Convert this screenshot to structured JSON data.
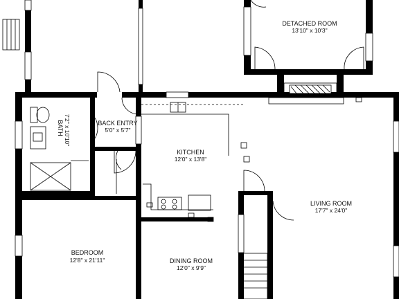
{
  "rooms": {
    "detached_room": {
      "name": "DETACHED ROOM",
      "dims": "13'10\" x 10'3\""
    },
    "back_entry": {
      "name": "BACK ENTRY",
      "dims": "5'0\" x 5'7\""
    },
    "bath": {
      "name": "BATH",
      "dims": "7'2\" x 10'10\""
    },
    "kitchen": {
      "name": "KITCHEN",
      "dims": "12'0\" x 13'8\""
    },
    "living_room": {
      "name": "LIVING ROOM",
      "dims": "17'7\" x 24'0\""
    },
    "bedroom": {
      "name": "BEDROOM",
      "dims": "12'8\" x 21'11\""
    },
    "dining_room": {
      "name": "DINING ROOM",
      "dims": "12'0\" x 9'9\""
    }
  },
  "colors": {
    "wall": "#000000",
    "background": "#ffffff"
  }
}
